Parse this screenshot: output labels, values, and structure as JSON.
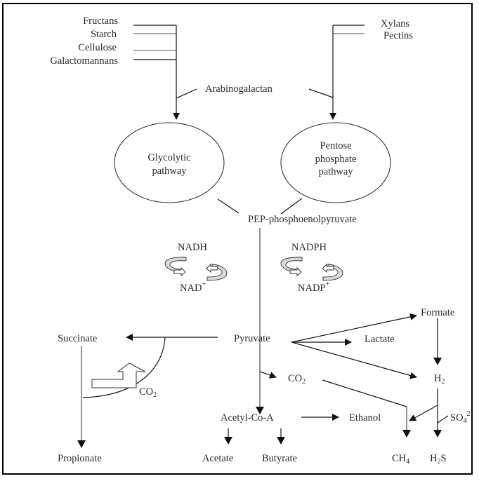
{
  "title": "Carbohydrate fermentation pathways",
  "substrates_left": [
    "Fructans",
    "Starch",
    "Cellulose",
    "Galactomannans"
  ],
  "substrates_right": [
    "Xylans",
    "Pectins"
  ],
  "shared_substrate": "Arabinogalactan",
  "pathways": {
    "glycolytic": [
      "Glycolytic",
      "pathway"
    ],
    "pentose": [
      "Pentose",
      "phosphate",
      "pathway"
    ]
  },
  "pep": "PEP-phosphoenolpyruvate",
  "cofactors": {
    "nadh": "NADH",
    "nad": "NAD",
    "nad_sup": "+",
    "nadph": "NADPH",
    "nadp": "NADP",
    "nadp_sup": "+"
  },
  "metabolites": {
    "pyruvate": "Pyruvate",
    "succinate": "Succinate",
    "propionate": "Propionate",
    "lactate": "Lactate",
    "formate": "Formate",
    "h2_base": "H",
    "h2_sub": "2",
    "co2_base": "CO",
    "co2_sub": "2",
    "co2_left_base": "CO",
    "co2_left_sub": "2",
    "acetyl_coa": "Acetyl-Co-A",
    "ethanol": "Ethanol",
    "acetate": "Acetate",
    "butyrate": "Butyrate",
    "ch4_base": "CH",
    "ch4_sub": "4",
    "h2s_base": "H",
    "h2s_sub": "2",
    "h2s_tail": "S",
    "so4_base": "SO",
    "so4_sub": "4",
    "so4_sup": "2"
  }
}
